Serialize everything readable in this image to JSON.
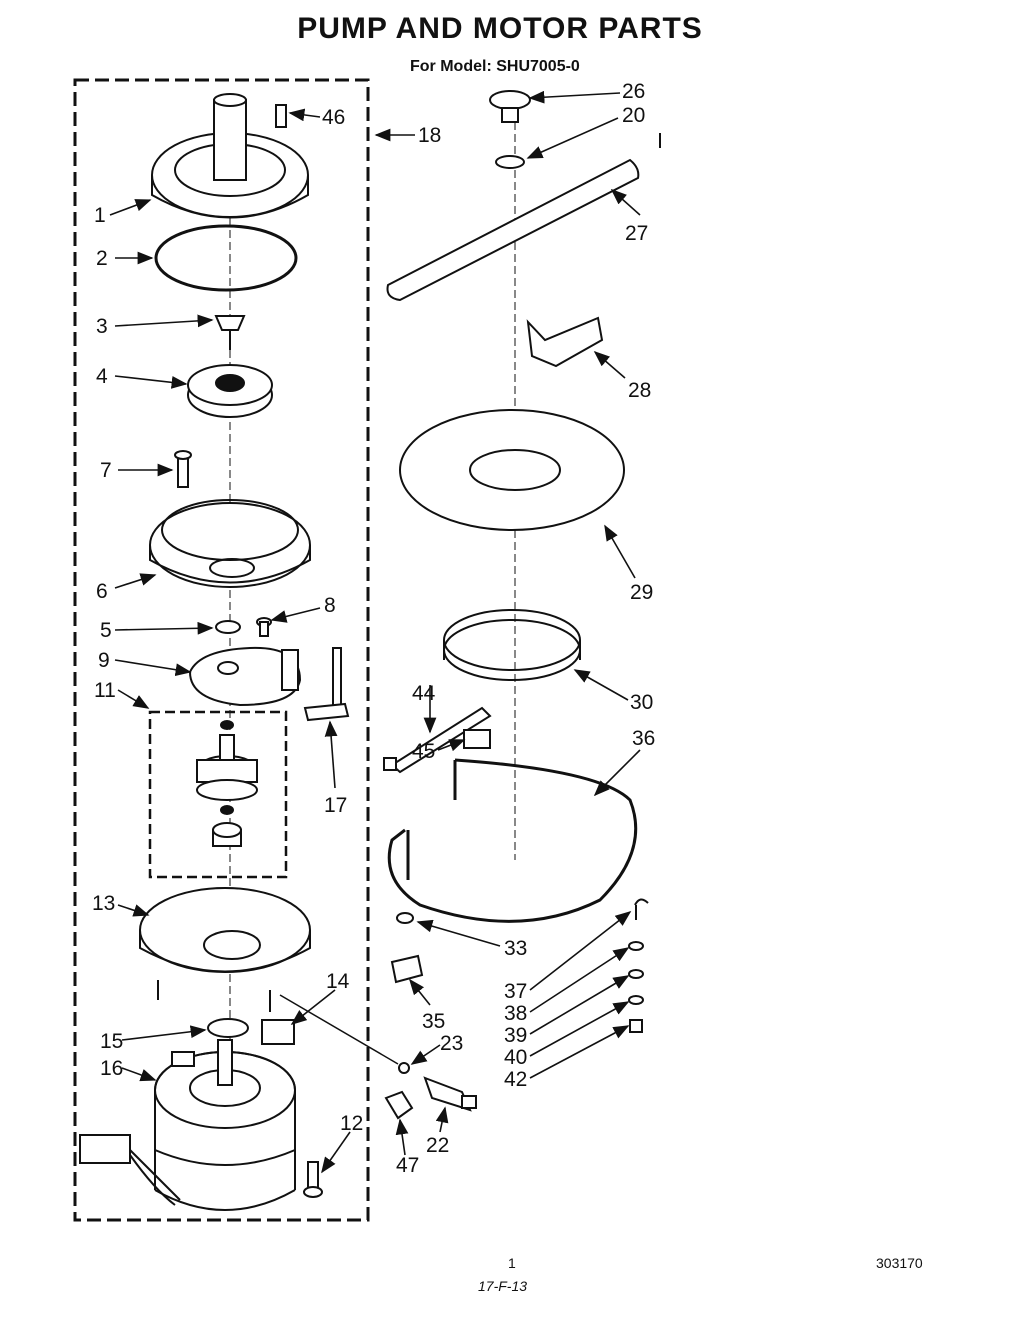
{
  "header": {
    "title": "PUMP AND MOTOR PARTS",
    "subtitle": "For Model: SHU7005-0"
  },
  "footer": {
    "page_mark": "1",
    "handwritten": "17-F-13",
    "doc_number": "303170"
  },
  "callouts": {
    "c46": "46",
    "c18": "18",
    "c26": "26",
    "c20": "20",
    "c27": "27",
    "c1": "1",
    "c2": "2",
    "c3": "3",
    "c4": "4",
    "c7": "7",
    "c6": "6",
    "c28": "28",
    "c29": "29",
    "c5": "5",
    "c8": "8",
    "c9": "9",
    "c11": "11",
    "c17": "17",
    "c30": "30",
    "c44": "44",
    "c36": "36",
    "c45": "45",
    "c13": "13",
    "c33": "33",
    "c14": "14",
    "c37": "37",
    "c38": "38",
    "c39": "39",
    "c40": "40",
    "c42": "42",
    "c35": "35",
    "c15": "15",
    "c23": "23",
    "c16": "16",
    "c12": "12",
    "c22": "22",
    "c47": "47"
  }
}
